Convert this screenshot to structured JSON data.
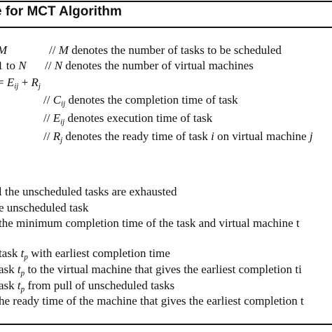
{
  "title": "e for MCT Algorithm",
  "init": {
    "line1": {
      "lhs_prefix": "",
      "lhs_sym": "M",
      "comment_sym": "M",
      "comment_text": " denotes the number of tasks to be scheduled"
    },
    "line2": {
      "lhs_prefix": "1 to ",
      "lhs_sym": "N",
      "comment_sym": "N",
      "comment_text": " denotes the number of virtual machines"
    },
    "line3": {
      "lhs_prefix": "= ",
      "E": "E",
      "E_sub": "ij",
      "plus": " + ",
      "R": "R",
      "R_sub": "j"
    }
  },
  "comments": {
    "slashes": "//",
    "c": {
      "sym": "C",
      "sub": "ij",
      "text": " denotes the completion time of task"
    },
    "e": {
      "sym": "E",
      "sub": "ij",
      "text": " denotes execution time of task"
    },
    "r": {
      "sym": "R",
      "sub": "j",
      "text_before": " denotes the ready time of task ",
      "task_sym": "i",
      "text_after": " on virtual machine ",
      "vm_sym": "j"
    }
  },
  "steps": {
    "s1": "l the unscheduled tasks are exhausted",
    "s2": "e unscheduled task",
    "s3": "the minimum completion time of the task and virtual machine t",
    "s4": {
      "before": "task ",
      "sym": "t",
      "sub": "p",
      "after": " with earliest completion time"
    },
    "s5": {
      "before": "ask ",
      "sym": "t",
      "sub": "p",
      "after": " to the virtual machine that gives the earliest completion ti"
    },
    "s6": {
      "before": "ask ",
      "sym": "t",
      "sub": "p",
      "after": " from pull of unscheduled tasks"
    },
    "s7": "he ready time of the machine that gives the earliest completion t"
  }
}
